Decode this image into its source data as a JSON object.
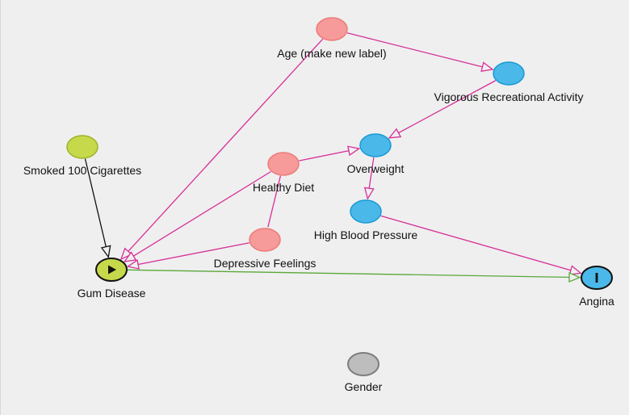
{
  "colors": {
    "background": "#efefef",
    "exposure_fill": "#c6d94a",
    "exposure_stroke": "#9db42a",
    "outcome_fill": "#4ab8e8",
    "outcome_stroke": "#1a9ad6",
    "ancestor_fill": "#f79a9a",
    "ancestor_stroke": "#ec7b7b",
    "other_fill": "#bdbdbd",
    "other_stroke": "#7d7d7d",
    "edge_biasing": "#d62f97",
    "edge_causal": "#5aa83a",
    "edge_plain": "#111111"
  },
  "nodes": {
    "age": {
      "label": "Age (make new label)",
      "role": "ancestor"
    },
    "vigorous": {
      "label": "Vigorous Recreational Activity",
      "role": "outcome-ancestor"
    },
    "smoked": {
      "label": "Smoked 100 Cigarettes",
      "role": "exposure-ancestor"
    },
    "overweight": {
      "label": "Overweight",
      "role": "outcome-ancestor"
    },
    "healthy_diet": {
      "label": "Healthy Diet",
      "role": "ancestor"
    },
    "hbp": {
      "label": "High Blood Pressure",
      "role": "outcome-ancestor"
    },
    "depressive": {
      "label": "Depressive Feelings",
      "role": "ancestor"
    },
    "gum": {
      "label": "Gum Disease",
      "role": "exposure",
      "icon": "play-icon"
    },
    "angina": {
      "label": "Angina",
      "role": "outcome",
      "icon": "bar-icon"
    },
    "gender": {
      "label": "Gender",
      "role": "other"
    }
  },
  "edges": [
    {
      "from": "age",
      "to": "vigorous",
      "type": "biasing"
    },
    {
      "from": "age",
      "to": "gum",
      "type": "biasing"
    },
    {
      "from": "vigorous",
      "to": "overweight",
      "type": "biasing"
    },
    {
      "from": "healthy_diet",
      "to": "overweight",
      "type": "biasing"
    },
    {
      "from": "healthy_diet",
      "to": "gum",
      "type": "biasing"
    },
    {
      "from": "overweight",
      "to": "hbp",
      "type": "biasing"
    },
    {
      "from": "hbp",
      "to": "angina",
      "type": "biasing"
    },
    {
      "from": "depressive",
      "to": "gum",
      "type": "biasing"
    },
    {
      "from": "healthy_diet",
      "to": "depressive",
      "type": "biasing-undirected"
    },
    {
      "from": "smoked",
      "to": "gum",
      "type": "plain"
    },
    {
      "from": "gum",
      "to": "angina",
      "type": "causal"
    }
  ]
}
